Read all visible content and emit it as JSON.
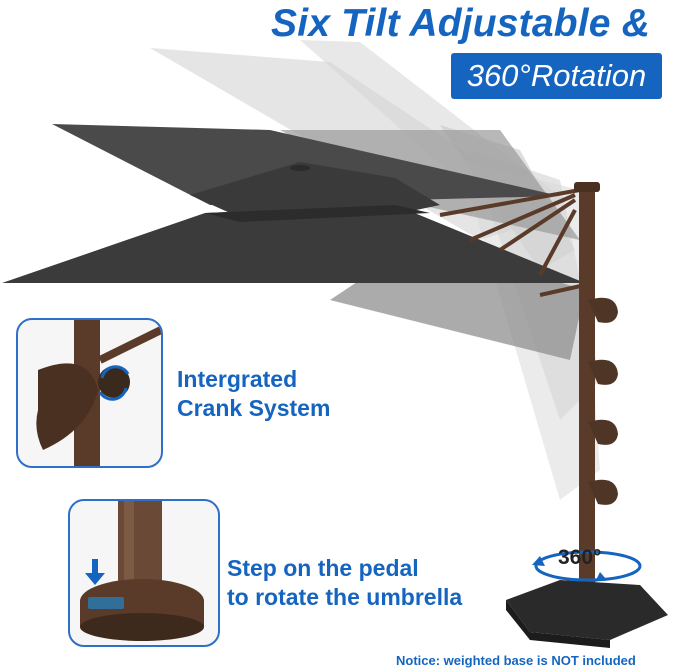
{
  "heading": {
    "title": "Six Tilt Adjustable &",
    "badge": "360°Rotation"
  },
  "callouts": {
    "crank": [
      "Intergrated",
      "Crank System"
    ],
    "pedal": [
      "Step on the pedal",
      "to rotate the umbrella"
    ]
  },
  "rotation_label": "360°",
  "notice": "Notice: weighted base is NOT included",
  "colors": {
    "accent": "#1565c0",
    "canopy": "#3b3b3b",
    "pole": "#5a3b2a",
    "frame_border": "#2f6fc8"
  }
}
